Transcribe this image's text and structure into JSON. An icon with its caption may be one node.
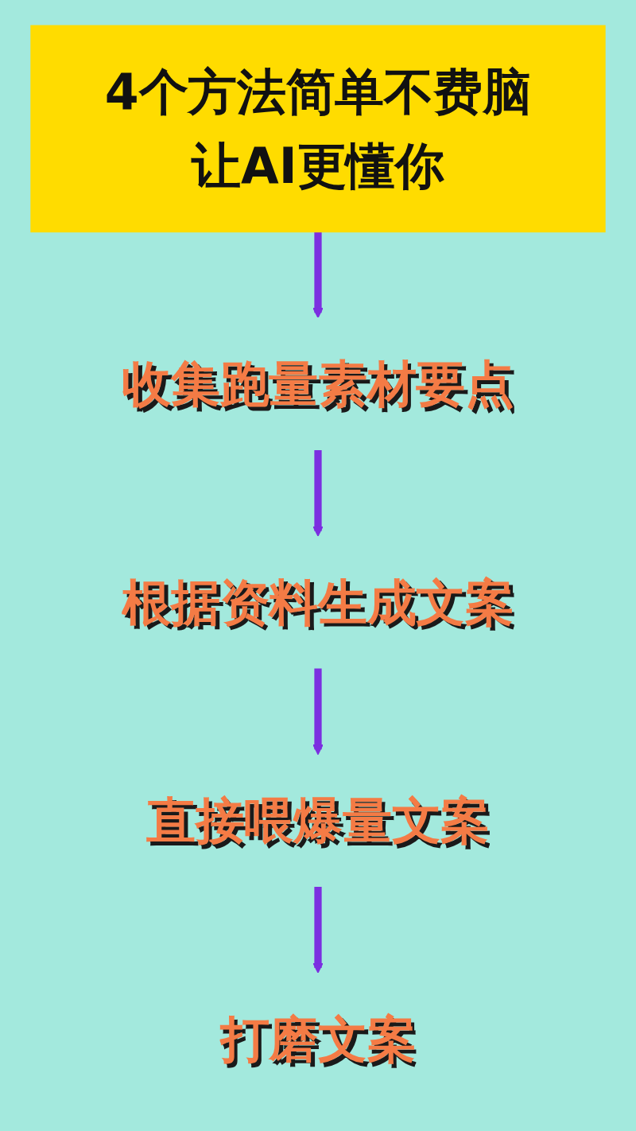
{
  "diagram": {
    "nodes": [
      {
        "text": [
          "4个方法简单不费脑让AI更懂你"
        ]
      },
      {
        "text": [
          "收集跑量素材要点"
        ]
      },
      {
        "text": [
          "根据资料生成文案"
        ]
      },
      {
        "text": [
          "直接喂爆量文案"
        ]
      },
      {
        "text": [
          "打磨文案"
        ]
      }
    ],
    "edges": [
      {
        "from": 0,
        "to": 1,
        "arrow": "to"
      },
      {
        "from": 1,
        "to": 2,
        "arrow": "to"
      },
      {
        "from": 2,
        "to": 3,
        "arrow": "to"
      },
      {
        "from": 3,
        "to": 4,
        "arrow": "to"
      }
    ]
  }
}
